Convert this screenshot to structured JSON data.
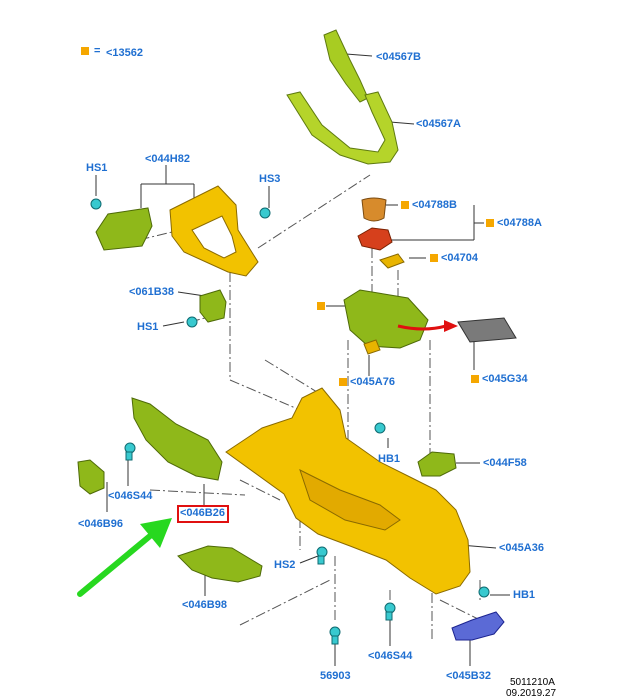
{
  "legend": {
    "marker_color": "#f5a700",
    "equals": "=",
    "code": "<13562"
  },
  "labels": {
    "p04567B": "<04567B",
    "p04567A": "<04567A",
    "p044H82": "<044H82",
    "hs1_top": "HS1",
    "hs3": "HS3",
    "p04788B": "<04788B",
    "p04788A": "<04788A",
    "p04704": "<04704",
    "p061B38": "<061B38",
    "hs1_mid": "HS1",
    "p045A76": "<045A76",
    "p045G34": "<045G34",
    "hb1_top": "HB1",
    "p044F58": "<044F58",
    "p046S44_left": "<046S44",
    "p046B96": "<046B96",
    "p046B26": "<046B26",
    "p045A36": "<045A36",
    "hs2": "HS2",
    "p046B98": "<046B98",
    "hb1_bot": "HB1",
    "p046S44_bot": "<046S44",
    "p56903": "56903",
    "p045B32": "<045B32"
  },
  "footer": {
    "ref": "5011210A",
    "date": "09.2019.27"
  },
  "colors": {
    "label_blue": "#1f6fd1",
    "part_yellow": "#f2c200",
    "part_green": "#9cc21a",
    "fastener_cyan": "#38c9cf",
    "highlight_red": "#e01010",
    "arrow_green": "#27d81f",
    "marker_orange": "#f5a700"
  }
}
